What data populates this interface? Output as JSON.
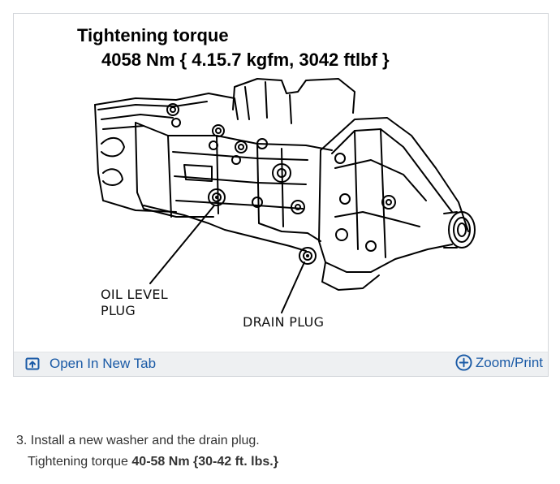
{
  "figure": {
    "heading": "Tightening torque",
    "torque_value": "4058 Nm { 4.15.7 kgfm, 3042 ftlbf }",
    "labels": {
      "oil_level_line1": "OIL LEVEL",
      "oil_level_line2": "PLUG",
      "drain_plug": "DRAIN PLUG"
    },
    "toolbar": {
      "open_tab_label": "Open In New Tab",
      "open_tab_icon": "open-in-new-tab-icon",
      "zoom_label": "Zoom/Print",
      "zoom_icon": "plus-circle-icon"
    }
  },
  "instructions": {
    "step": "3. Install a new washer and the drain plug.",
    "torque_prefix": "Tightening torque",
    "torque_value": "40-58 Nm {30-42 ft. lbs.}"
  },
  "colors": {
    "link": "#1a5aa6",
    "toolbar_bg": "#eef0f2",
    "border": "#d3d6da",
    "text": "#333333"
  }
}
